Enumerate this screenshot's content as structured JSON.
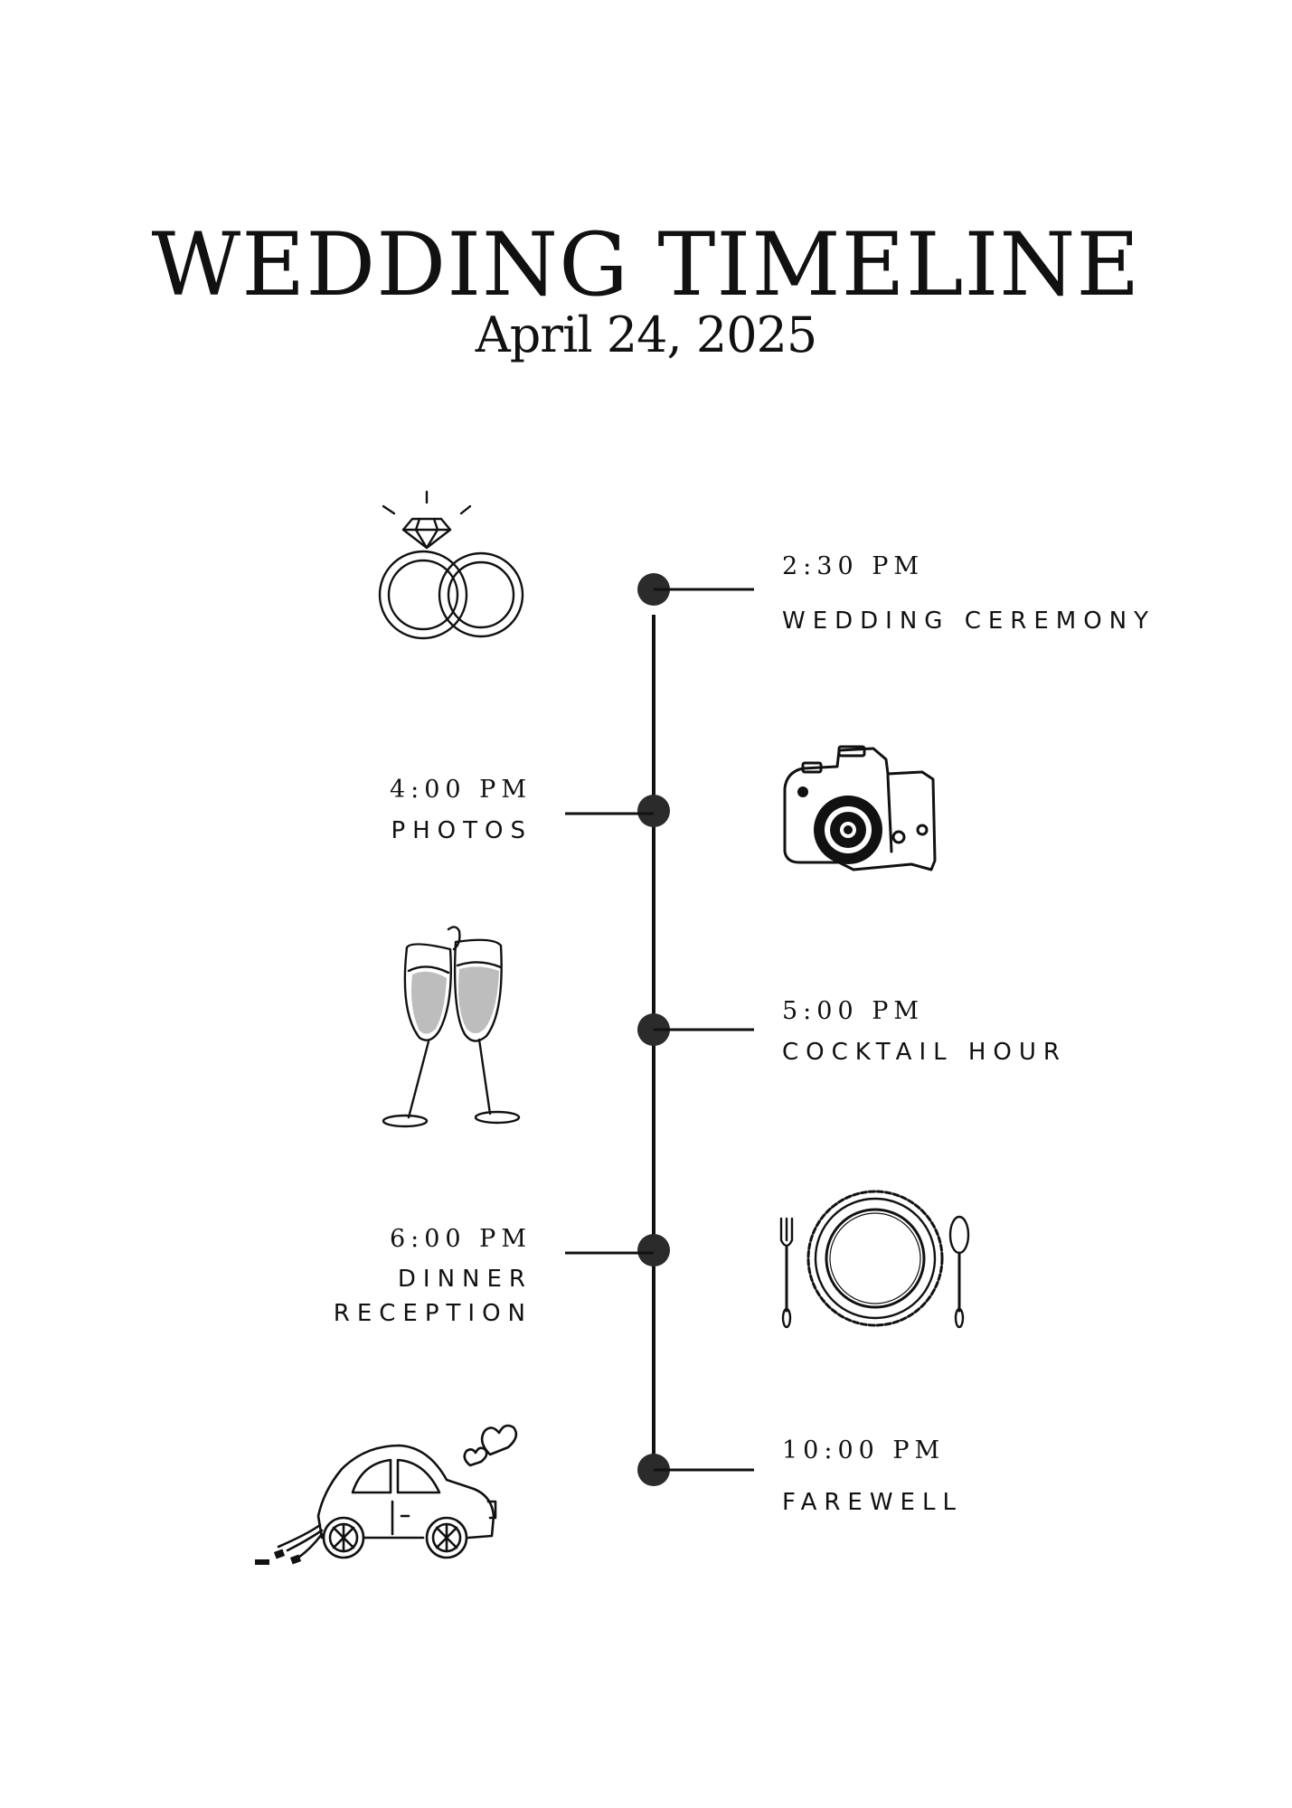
{
  "header": {
    "title": "WEDDING TIMELINE",
    "date": "April 24, 2025"
  },
  "events": [
    {
      "time": "2:30 PM",
      "label": "WEDDING CEREMONY",
      "side": "right",
      "icon": "wedding-rings-icon"
    },
    {
      "time": "4:00 PM",
      "label": "PHOTOS",
      "side": "left",
      "icon": "camera-icon"
    },
    {
      "time": "5:00 PM",
      "label": "COCKTAIL HOUR",
      "side": "right",
      "icon": "champagne-glasses-icon"
    },
    {
      "time": "6:00 PM",
      "label": "DINNER\nRECEPTION",
      "side": "left",
      "icon": "dinner-plate-icon"
    },
    {
      "time": "10:00 PM",
      "label": "FAREWELL",
      "side": "right",
      "icon": "getaway-car-icon"
    }
  ],
  "colors": {
    "ink": "#111111",
    "background": "#ffffff"
  }
}
